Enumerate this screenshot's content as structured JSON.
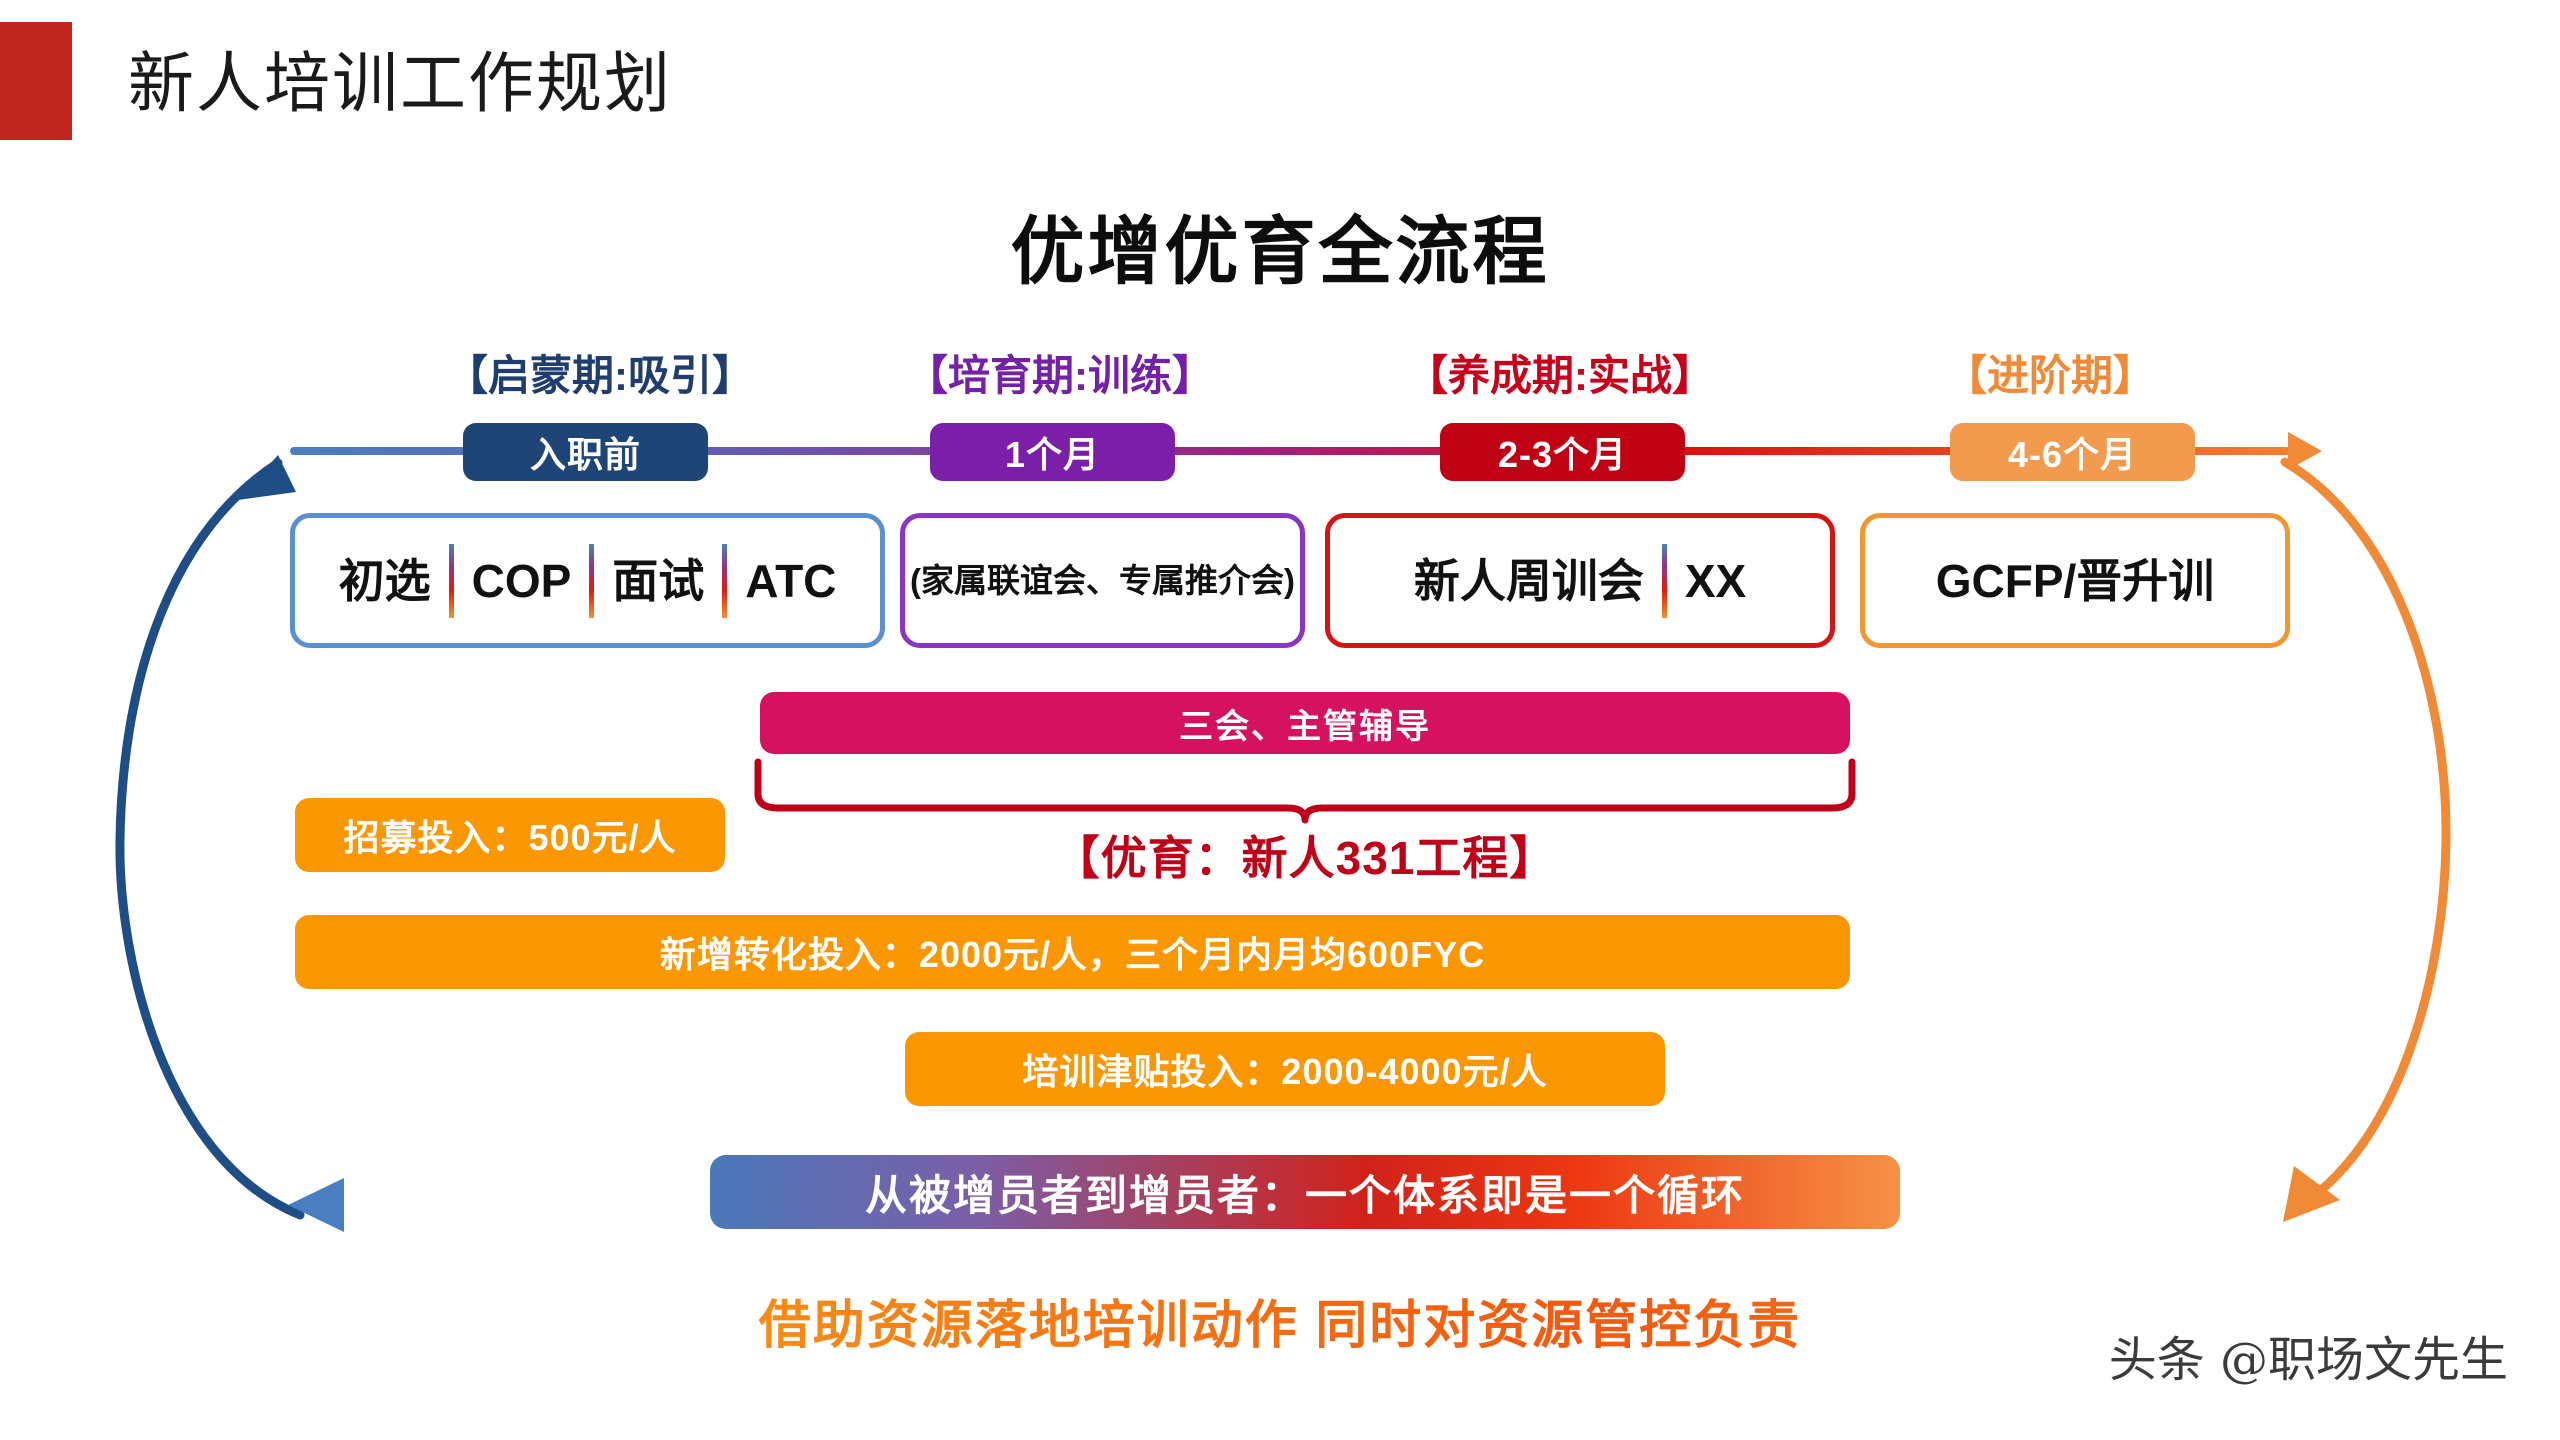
{
  "header": {
    "accent_color": "#c0261d",
    "title": "新人培训工作规划"
  },
  "main_title": "优增优育全流程",
  "stages": [
    {
      "label": "【启蒙期:吸引】",
      "color": "#1f3d6e",
      "pill": "入职前",
      "pill_color": "#1f4577"
    },
    {
      "label": "【培育期:训练】",
      "color": "#7321a8",
      "pill": "1个月",
      "pill_color": "#7b1fa8"
    },
    {
      "label": "【养成期:实战】",
      "color": "#c8001a",
      "pill": "2-3个月",
      "pill_color": "#c00013"
    },
    {
      "label": "【进阶期】",
      "color": "#f08a36",
      "pill": "4-6个月",
      "pill_color": "#f29a4e"
    }
  ],
  "content_boxes": [
    {
      "border_color": "#5b8fd0",
      "segments": [
        "初选",
        "COP",
        "面试",
        "ATC"
      ]
    },
    {
      "border_color": "#8b35c4",
      "segments": [
        "(家属联谊会、专属推介会)"
      ]
    },
    {
      "border_color": "#d61414",
      "segments": [
        "新人周训会",
        "XX"
      ]
    },
    {
      "border_color": "#f2962f",
      "segments": [
        "GCFP/晋升训"
      ]
    }
  ],
  "support_bar": {
    "label": "三会、主管辅导",
    "color": "#d6115f"
  },
  "brace_label": {
    "text": "【优育：新人331工程】",
    "color": "#c00018"
  },
  "cost_bars": [
    {
      "text": "招募投入：500元/人",
      "color": "#fb9703"
    },
    {
      "text": "新增转化投入：2000元/人，三个月内月均600FYC",
      "color": "#fb9703"
    },
    {
      "text": "培训津贴投入：2000-4000元/人",
      "color": "#fb9703"
    }
  ],
  "summary_bar": {
    "text": "从被增员者到增员者：一个体系即是一个循环"
  },
  "slogan": "借助资源落地培训动作 同时对资源管控负责",
  "watermark": "头条 @职场文先生",
  "loop_arrows": {
    "left_color": "#1f4d86",
    "right_color": "#f08a36",
    "bottom_left_arrow_color": "#4a7ec0"
  }
}
